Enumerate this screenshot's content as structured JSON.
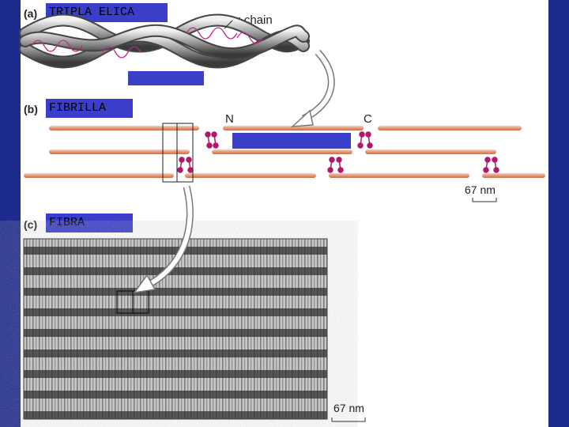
{
  "panels": {
    "a": {
      "letter": "(a)",
      "tag": "TRIPLA ELICA",
      "annotation": "α chain"
    },
    "b": {
      "letter": "(b)",
      "tag": "FIBRILLA",
      "n_label": "N",
      "c_label": "C",
      "scale": "67 nm"
    },
    "c": {
      "letter": "(c)",
      "tag": "FIBRA",
      "scale": "67 nm"
    }
  },
  "colors": {
    "background": "#2636a8",
    "tag_fill": "#3a3ec9",
    "fiber": "#e2926f",
    "crosslink": "#b0186a",
    "chain": "#cc2288"
  }
}
